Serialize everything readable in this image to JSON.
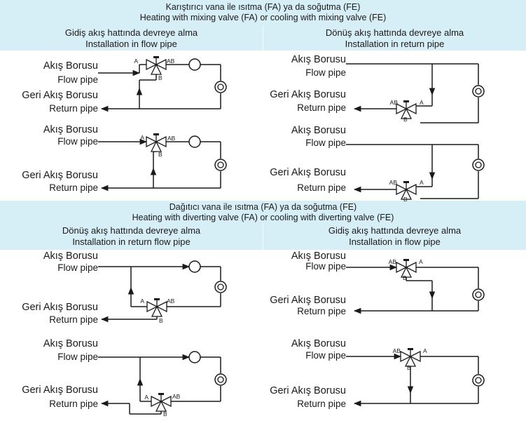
{
  "section_mixing": {
    "title_tr": "Karıştırıcı vana ile ısıtma (FA) ya da soğutma (FE)",
    "title_en": "Heating with mixing valve (FA) or cooling with mixing valve (FE)",
    "left_tr": "Gidiş akış hattında devreye alma",
    "left_en": "Installation in flow pipe",
    "right_tr": "Dönüş akış hattında devreye alma",
    "right_en": "Installation in return pipe"
  },
  "section_diverting": {
    "title_tr": "Dağıtıcı vana ile ısıtma (FA) ya da soğutma (FE)",
    "title_en": "Heating with diverting valve (FA) or cooling with diverting valve (FE)",
    "left_tr": "Dönüş akış hattında devreye alma",
    "left_en": "Installation in return flow pipe",
    "right_tr": "Gidiş akış hattında devreye alma",
    "right_en": "Installation in flow pipe"
  },
  "labels": {
    "flow_tr": "Akış Borusu",
    "flow_en": "Flow pipe",
    "return_tr": "Geri Akış Borusu",
    "return_en": "Return pipe"
  },
  "ports": {
    "a": "A",
    "b": "B",
    "ab": "AB"
  },
  "colors": {
    "header_band": "#d6eef6",
    "line": "#1a1a1a"
  }
}
